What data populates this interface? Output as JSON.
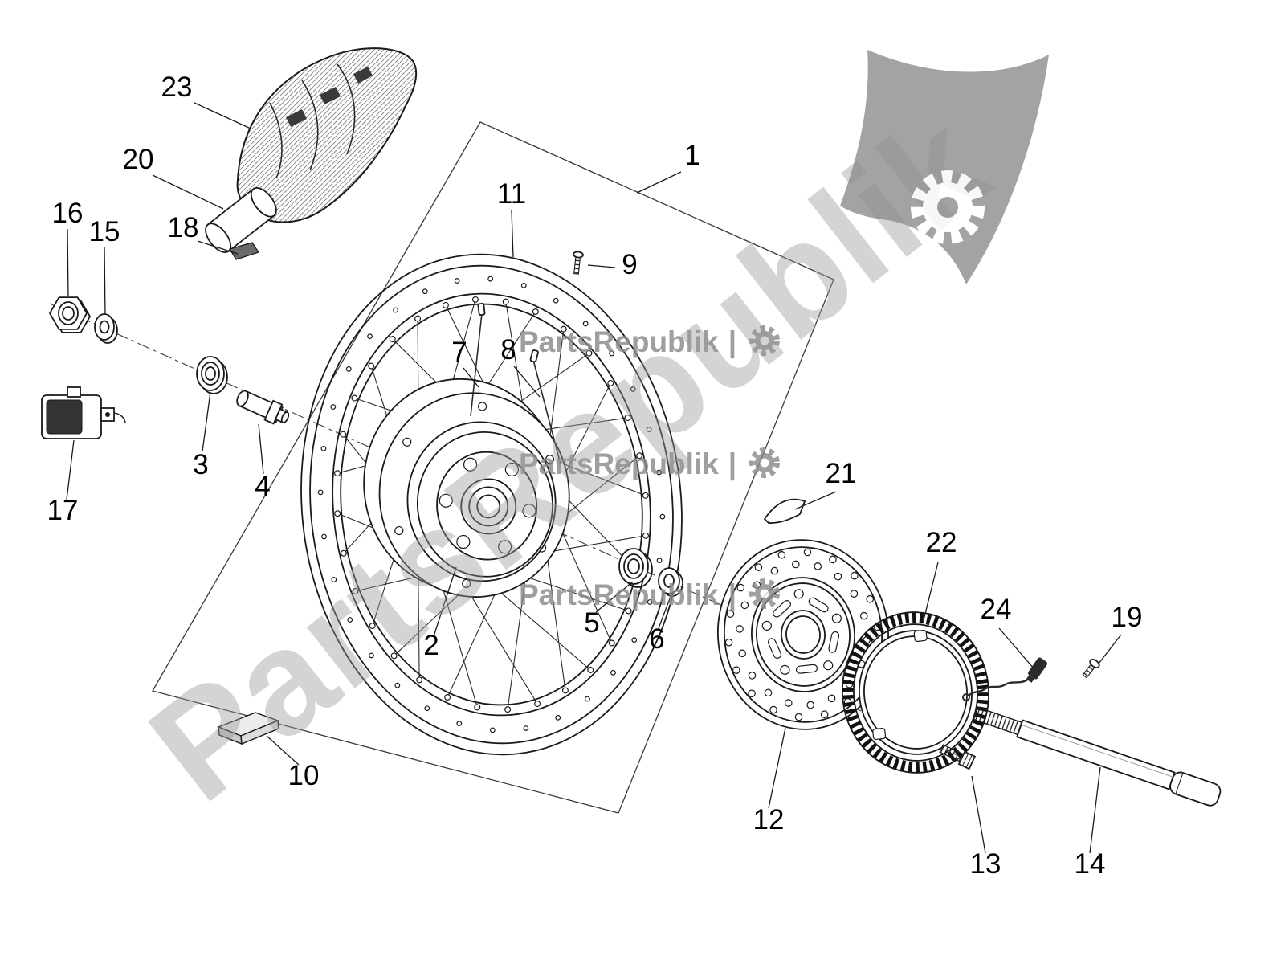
{
  "watermark": {
    "text": "PartsRepublik",
    "separator": "|",
    "color": "#8a8a8a"
  },
  "colors": {
    "line": "#1a1a1a",
    "background": "#ffffff",
    "watermark_gray": "#9a9a9a"
  },
  "icons": {
    "gear": "gear-icon",
    "flag": "flag-banner"
  },
  "parts": [
    {
      "label": "1"
    },
    {
      "label": "2"
    },
    {
      "label": "3"
    },
    {
      "label": "4"
    },
    {
      "label": "5"
    },
    {
      "label": "6"
    },
    {
      "label": "7"
    },
    {
      "label": "8"
    },
    {
      "label": "9"
    },
    {
      "label": "10"
    },
    {
      "label": "11"
    },
    {
      "label": "12"
    },
    {
      "label": "13"
    },
    {
      "label": "14"
    },
    {
      "label": "15"
    },
    {
      "label": "16"
    },
    {
      "label": "17"
    },
    {
      "label": "18"
    },
    {
      "label": "19"
    },
    {
      "label": "20"
    },
    {
      "label": "21"
    },
    {
      "label": "22"
    },
    {
      "label": "23"
    },
    {
      "label": "24"
    }
  ]
}
